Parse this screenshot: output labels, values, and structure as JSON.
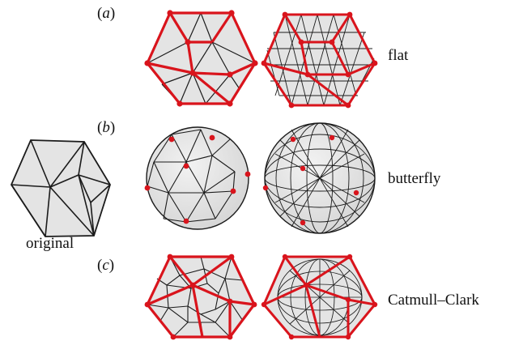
{
  "labels": {
    "row_a": "(a)",
    "row_b": "(b)",
    "row_c": "(c)",
    "row_a_letter": "a",
    "row_b_letter": "b",
    "row_c_letter": "c",
    "flat": "flat",
    "butterfly": "butterfly",
    "catmull_clark": "Catmull–Clark",
    "original": "original"
  },
  "colors": {
    "mesh_edge": "#1b1b1b",
    "face_fill": "#e6e6e6",
    "highlight": "#d9141c"
  }
}
